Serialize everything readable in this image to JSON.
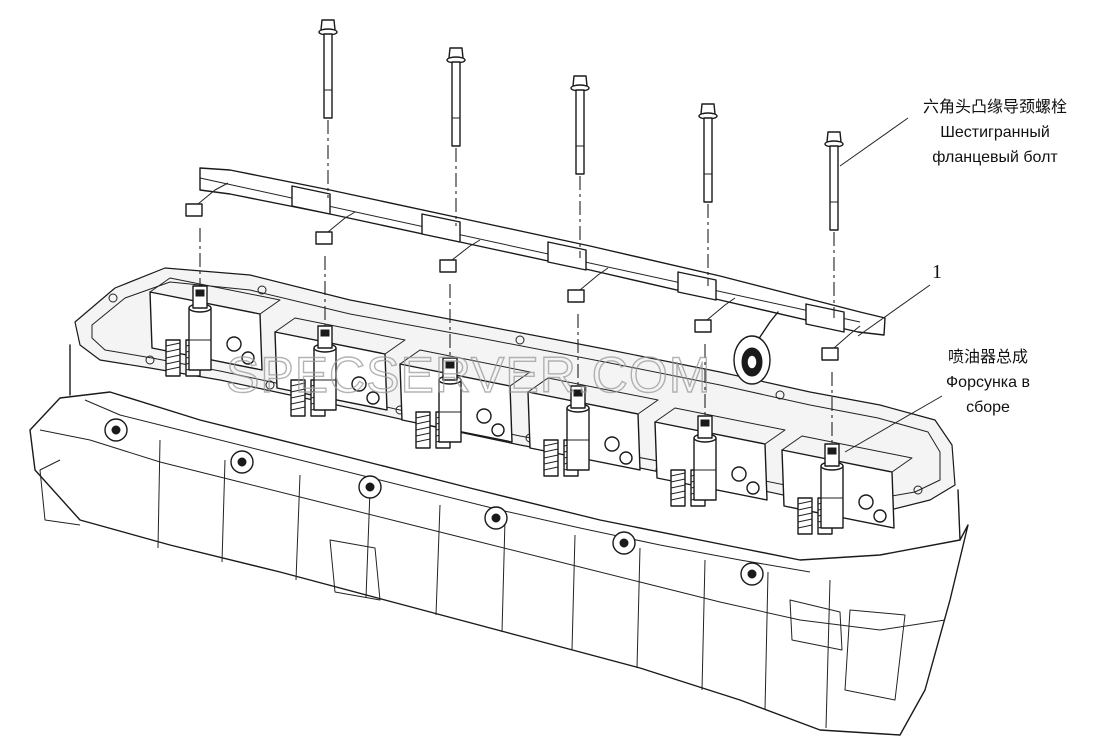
{
  "callouts": {
    "bolt": {
      "zh": "六角头凸缘导颈螺栓",
      "ru_line1": "Шестигранный",
      "ru_line2": "фланцевый болт"
    },
    "item_number": "1",
    "injector": {
      "zh": "喷油器总成",
      "ru_line1": "Форсунка в",
      "ru_line2": "сборе"
    }
  },
  "watermark": "SPECSERVER.COM",
  "colors": {
    "line": "#1a1a1a",
    "background": "#ffffff",
    "watermark": "#9a9a9a"
  }
}
